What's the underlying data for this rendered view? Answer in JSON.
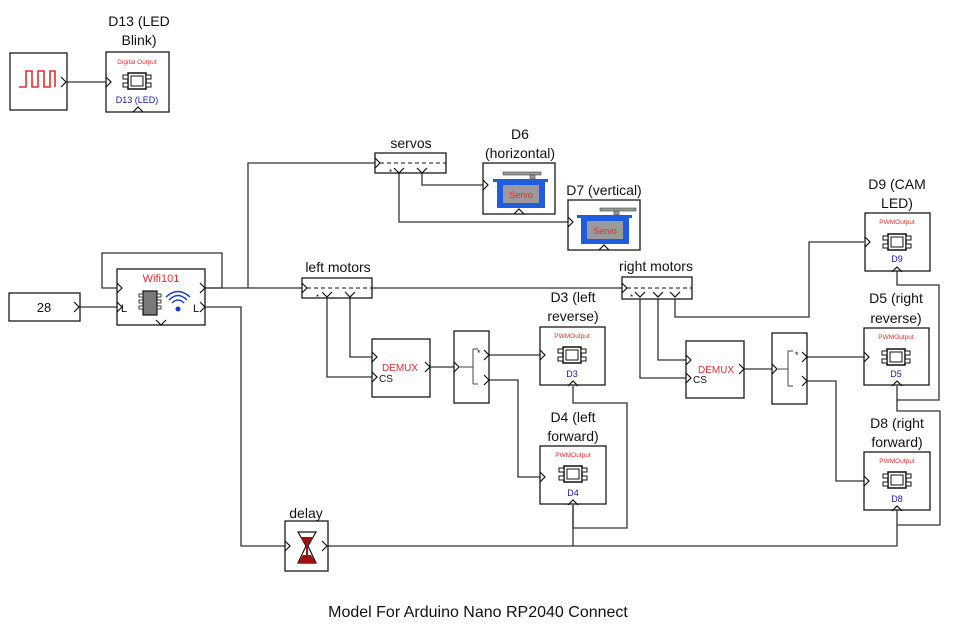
{
  "caption": "Model For Arduino Nano RP2040 Connect",
  "colors": {
    "block_label_red": "#e03030",
    "pin_label_blue": "#1a1aa8",
    "servo_blue": "#1f5ce0",
    "servo_grey": "#9a9a9a",
    "pulse_red": "#e03030",
    "wifi_blue": "#1a3ad8",
    "hourglass_red": "#a01010"
  },
  "blocks": {
    "pulse": {
      "icon": "pulse-generator-icon"
    },
    "d13": {
      "title_line1": "D13 (LED",
      "title_line2": "Blink)",
      "type": "Digital Output",
      "pin": "D13 (LED)"
    },
    "constant": {
      "value": "28"
    },
    "wifi": {
      "title": "Wifi101",
      "in_label": "L",
      "out_label": "L"
    },
    "servos": {
      "title": "servos",
      "port_star": "*"
    },
    "d6": {
      "title_line1": "D6",
      "title_line2": "(horizontal)",
      "type": "Servo"
    },
    "d7": {
      "title": "D7 (vertical)",
      "type": "Servo"
    },
    "left_motors": {
      "title": "left motors",
      "port_star": "*"
    },
    "right_motors": {
      "title": "right motors",
      "port_star": "*"
    },
    "demux_left": {
      "title": "DEMUX",
      "cs_label": "CS"
    },
    "demux_right": {
      "title": "DEMUX",
      "cs_label": "CS"
    },
    "switch_left": {
      "port_star": "*"
    },
    "switch_right": {
      "port_star": "*"
    },
    "d3": {
      "title_line1": "D3 (left",
      "title_line2": "reverse)",
      "type": "PWMOutput",
      "pin": "D3"
    },
    "d4": {
      "title_line1": "D4 (left",
      "title_line2": "forward)",
      "type": "PWMOutput",
      "pin": "D4"
    },
    "d9": {
      "title_line1": "D9 (CAM",
      "title_line2": "LED)",
      "type": "PWMOutput",
      "pin": "D9"
    },
    "d5": {
      "title_line1": "D5 (right",
      "title_line2": "reverse)",
      "type": "PWMOutput",
      "pin": "D5"
    },
    "d8": {
      "title_line1": "D8 (right",
      "title_line2": "forward)",
      "type": "PWMOutput",
      "pin": "D8"
    },
    "delay": {
      "title": "delay",
      "icon": "hourglass-icon"
    }
  }
}
